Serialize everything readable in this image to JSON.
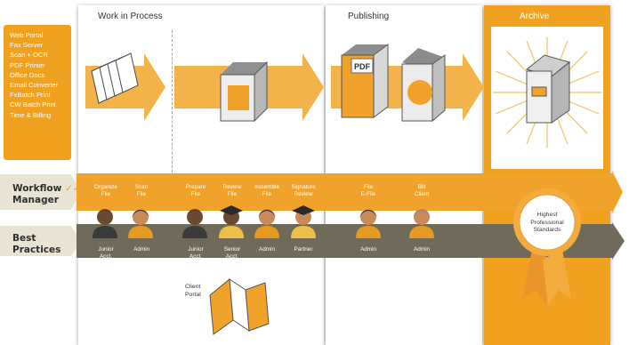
{
  "stages": {
    "work_in_process": "Work in Process",
    "publishing": "Publishing",
    "archive": "Archive"
  },
  "sources": [
    "Web Portal",
    "Fax Server",
    "Scan + OCR",
    "PDF Printer",
    "Office Docs",
    "Email Converter",
    "FxBatch Print",
    "CW Batch Print",
    "Time & Billing"
  ],
  "rows": {
    "workflow_line1": "Workflow",
    "workflow_check": "✓✓",
    "workflow_line2": "Manager",
    "best_line1": "Best",
    "best_line2": "Practices"
  },
  "steps": [
    {
      "l1": "Organize",
      "l2": "File"
    },
    {
      "l1": "Scan",
      "l2": "File"
    },
    {
      "l1": "Prepare",
      "l2": "File"
    },
    {
      "l1": "Review",
      "l2": "File"
    },
    {
      "l1": "Assemble",
      "l2": "File"
    },
    {
      "l1": "Signature",
      "l2": "Review"
    },
    {
      "l1": "File",
      "l2": "E-File"
    },
    {
      "l1": "Bill",
      "l2": "Client"
    }
  ],
  "roles": [
    {
      "l1": "Junior",
      "l2": "Acct."
    },
    {
      "l1": "Admin",
      "l2": ""
    },
    {
      "l1": "Junior",
      "l2": "Acct."
    },
    {
      "l1": "Senior",
      "l2": "Acct."
    },
    {
      "l1": "Admin",
      "l2": ""
    },
    {
      "l1": "Partner",
      "l2": ""
    },
    {
      "l1": "Admin",
      "l2": ""
    },
    {
      "l1": "Admin",
      "l2": ""
    }
  ],
  "client_portal": {
    "l1": "Client",
    "l2": "Portal"
  },
  "badge": {
    "l1": "Highest",
    "l2": "Professional",
    "l3": "Standards"
  },
  "pdf_label": "PDF",
  "colors": {
    "orange": "#f1a22b",
    "gray": "#6f6a5a",
    "ribbon": "#e8952a"
  }
}
